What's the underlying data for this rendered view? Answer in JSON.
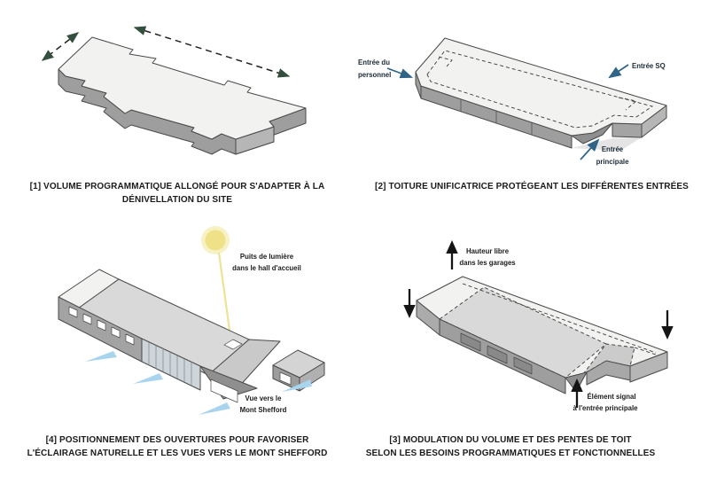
{
  "colors": {
    "text": "#1b1b1b",
    "label_navy": "#1b2a38",
    "outline": "#4a4a4a",
    "face_top": "#f2f2f0",
    "face_mid": "#d9d9d9",
    "face_slope": "#c9c9c9",
    "face_dark": "#9e9e9e",
    "face_end": "#b6b6b6",
    "arrow_green": "#344f3e",
    "arrow_blue": "#2f6388",
    "arrow_black": "#141414",
    "sun": "#efe187",
    "sun_halo": "#f7f2c5",
    "sun_ray": "#ece394",
    "view_blue": "#a9d4ee",
    "glass": "#cdd5da",
    "shadow": "#e4e4e4"
  },
  "panels": {
    "volume": {
      "caption": "[1] VOLUME PROGRAMMATIQUE ALLONGÉ POUR S'ADAPTER À LA DÉNIVELLATION DU SITE"
    },
    "toiture": {
      "caption": "[2] TOITURE UNIFICATRICE PROTÉGEANT LES DIFFÉRENTES ENTRÉES",
      "labels": {
        "entree_personnel_1": "Entrée du",
        "entree_personnel_2": "personnel",
        "entree_sq": "Entrée SQ",
        "entree_principale_1": "Entrée",
        "entree_principale_2": "principale"
      }
    },
    "ouvertures": {
      "caption_1": "[4] POSITIONNEMENT DES OUVERTURES POUR FAVORISER",
      "caption_2": "L'ÉCLAIRAGE NATURELLE ET LES VUES VERS LE MONT SHEFFORD",
      "labels": {
        "puits_1": "Puits de lumière",
        "puits_2": "dans le hall d'accueil",
        "vue_1": "Vue vers le",
        "vue_2": "Mont Shefford"
      }
    },
    "modulation": {
      "caption_1": "[3] MODULATION DU VOLUME  ET DES PENTES DE TOIT",
      "caption_2": "SELON LES BESOINS PROGRAMMATIQUES ET FONCTIONNELLES",
      "labels": {
        "hauteur_1": "Hauteur libre",
        "hauteur_2": "dans les garages",
        "element_1": "Élément signal",
        "element_2": "à l'entrée principale"
      }
    }
  }
}
